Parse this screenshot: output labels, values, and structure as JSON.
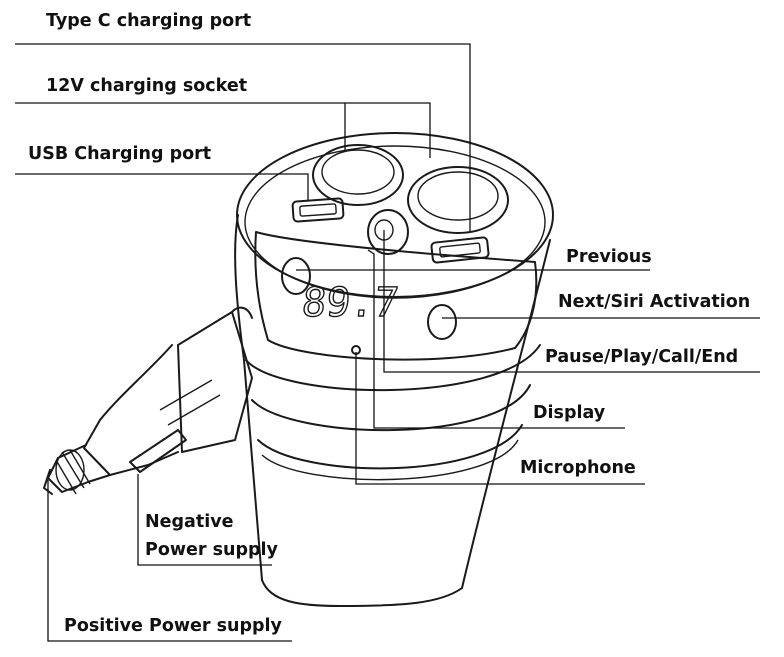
{
  "labels": {
    "type_c": "Type C charging port",
    "socket_12v": "12V charging socket",
    "usb": "USB Charging port",
    "previous": "Previous",
    "next_siri": "Next/Siri Activation",
    "pause_play": "Pause/Play/Call/End",
    "display": "Display",
    "microphone": "Microphone",
    "negative_line1": "Negative",
    "negative_line2": "Power supply",
    "positive": "Positive Power supply"
  },
  "display_reading": "89.7"
}
